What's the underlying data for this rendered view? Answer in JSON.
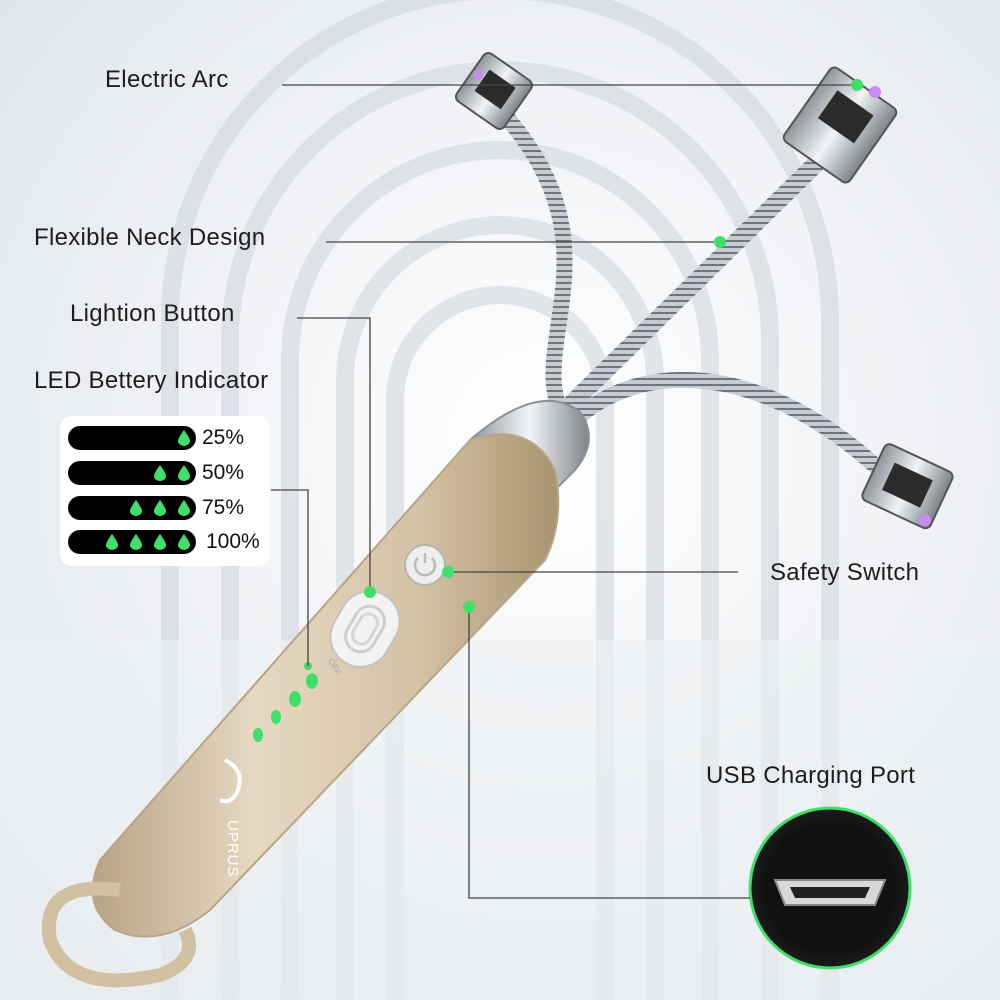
{
  "callouts": {
    "electric_arc": "Electric Arc",
    "flexible_neck": "Flexible Neck Design",
    "lightion_button": "Lightion Button",
    "led_indicator": "LED Bettery Indicator",
    "safety_switch": "Safety Switch",
    "usb_port": "USB Charging Port"
  },
  "battery_levels": [
    {
      "label": "25%",
      "drops": 1
    },
    {
      "label": "50%",
      "drops": 2
    },
    {
      "label": "75%",
      "drops": 3
    },
    {
      "label": "100%",
      "drops": 4
    }
  ],
  "brand": "UPRUS",
  "switch_text": "OFF",
  "colors": {
    "led_green": "#3ee06a",
    "body_gold": "#d9c8ad",
    "metal": "#b9bec4",
    "arc_purple": "#c88bf0"
  }
}
